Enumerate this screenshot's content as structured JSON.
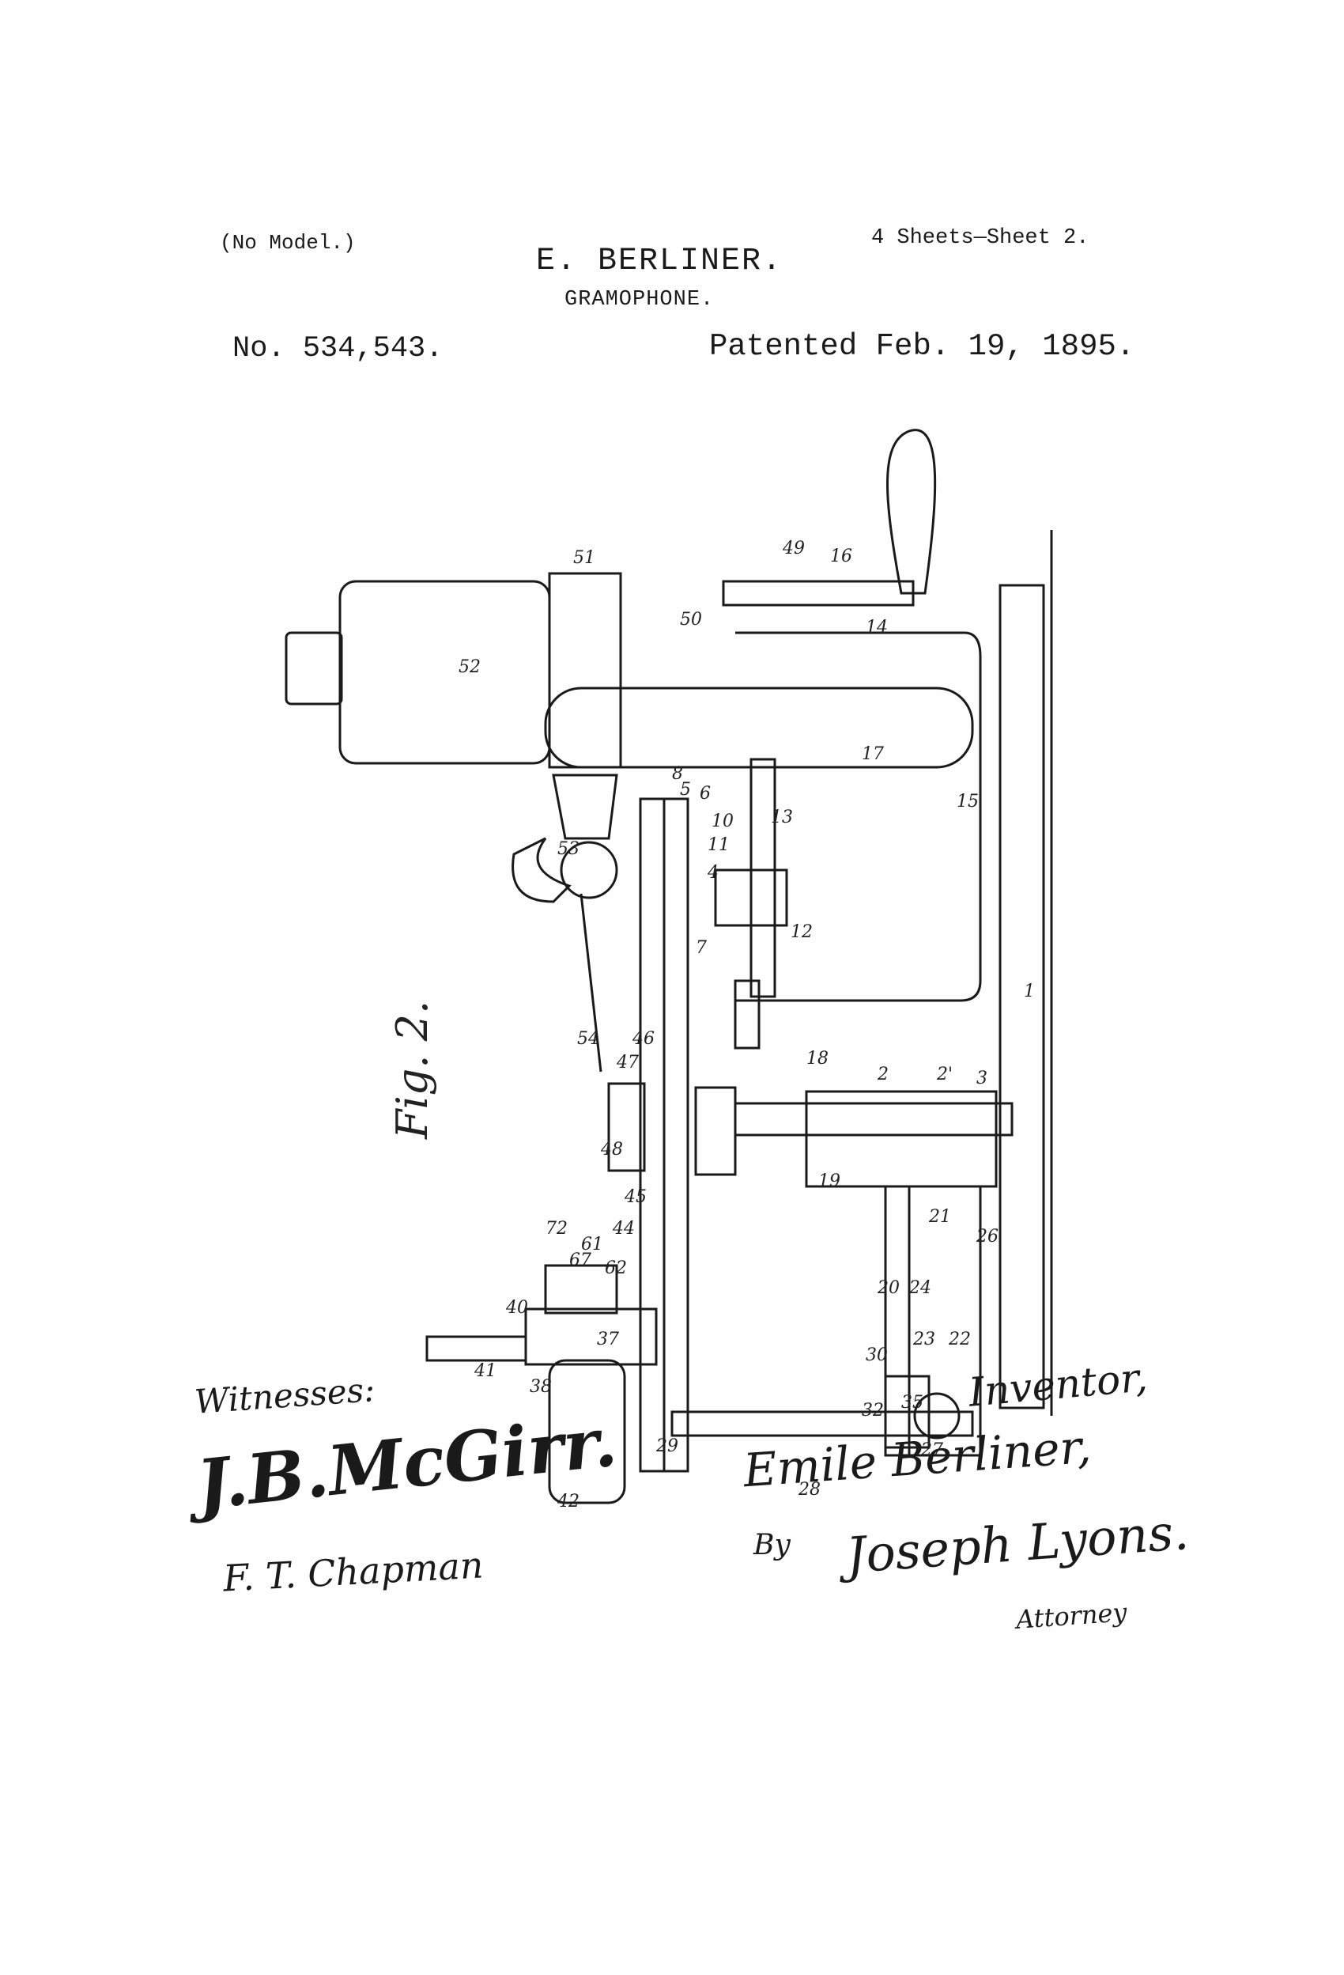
{
  "header": {
    "no_model": "(No Model.)",
    "sheets": "4 Sheets—Sheet 2.",
    "inventor": "E. BERLINER.",
    "title": "GRAMOPHONE.",
    "patent_no": "No. 534,543.",
    "patent_date": "Patented Feb. 19, 1895."
  },
  "figure": {
    "label": "Fig. 2.",
    "refs": [
      "51",
      "52",
      "53",
      "54",
      "16",
      "49",
      "50",
      "14",
      "17",
      "15",
      "13",
      "12",
      "1",
      "8",
      "5",
      "6",
      "10",
      "11",
      "4",
      "7",
      "18",
      "2",
      "2'",
      "3",
      "19",
      "21",
      "26",
      "46",
      "47",
      "48",
      "45",
      "44",
      "61",
      "62",
      "67",
      "72",
      "40",
      "41",
      "38",
      "37",
      "42",
      "29",
      "20",
      "24",
      "23",
      "22",
      "30",
      "32",
      "35",
      "27",
      "28"
    ]
  },
  "signatures": {
    "witnesses_label": "Witnesses:",
    "witness_1": "J.B.McGirr.",
    "witness_2": "F. T. Chapman",
    "inventor_label": "Inventor,",
    "inventor_name": "Emile Berliner,",
    "by": "By",
    "attorney_name": "Joseph Lyons.",
    "attorney_label": "Attorney"
  }
}
